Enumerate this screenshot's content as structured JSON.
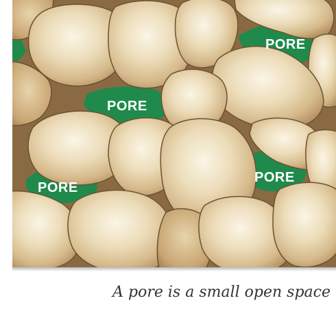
{
  "diagram": {
    "labels": [
      "PORE",
      "PORE",
      "PORE",
      "PORE"
    ],
    "caption": "A pore is a small open space"
  },
  "colors": {
    "pore": "#1f8a4c",
    "grain_light": "#f6ecd6",
    "grain_mid": "#e4cfa5",
    "grain_dark": "#b89466",
    "grain_outline": "#6b5234",
    "background_gap": "#8a6a42"
  }
}
